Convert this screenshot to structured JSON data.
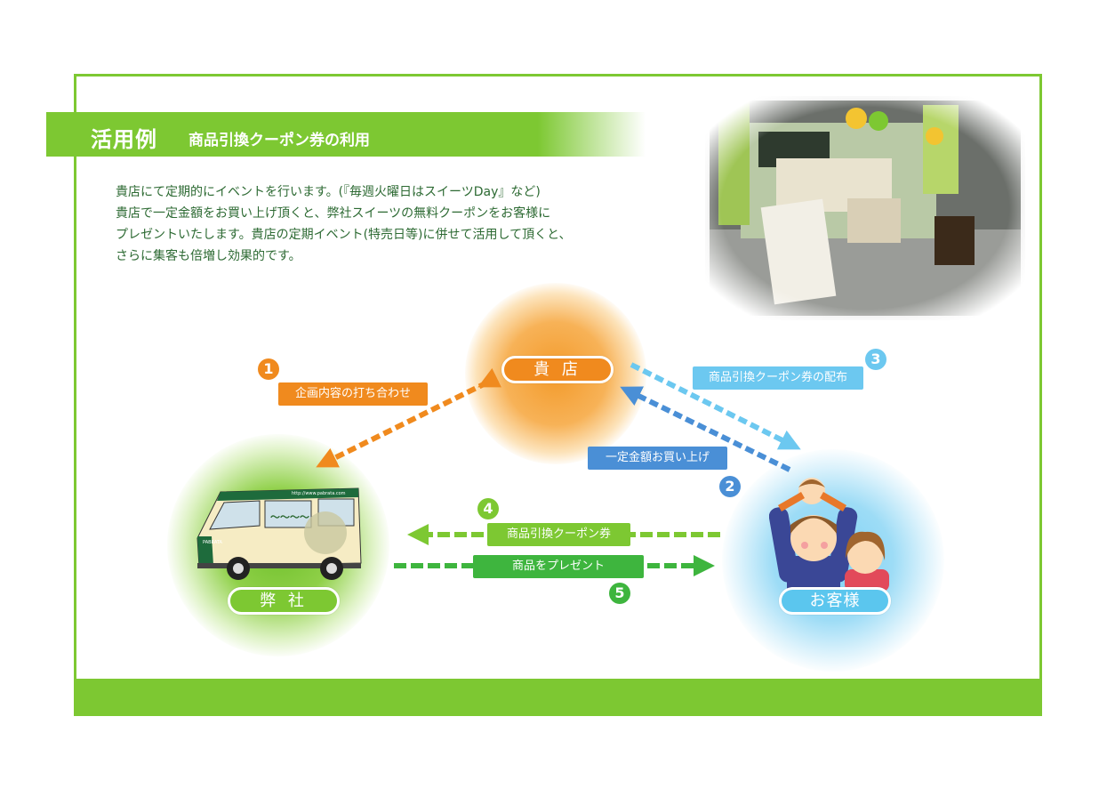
{
  "header": {
    "title": "活用例",
    "subtitle": "商品引換クーポン券の利用"
  },
  "intro": {
    "lines": [
      "貴店にて定期的にイベントを行います。(『毎週火曜日はスイーツDay』など)",
      "貴店で一定金額をお買い上げ頂くと、弊社スイーツの無料クーポンをお客様に",
      "プレゼントいたします。貴店の定期イベント(特売日等)に併せて活用して頂くと、",
      "さらに集客も倍増し効果的です。"
    ]
  },
  "nodes": {
    "store": "貴 店",
    "company": "弊 社",
    "customer": "お客様"
  },
  "steps": [
    {
      "number": "1",
      "label": "企画内容の打ち合わせ",
      "color": "#f08a1e"
    },
    {
      "number": "2",
      "label": "一定金額お買い上げ",
      "color": "#4a8fd6"
    },
    {
      "number": "3",
      "label": "商品引換クーポン券の配布",
      "color": "#6cc8f0"
    },
    {
      "number": "4",
      "label": "商品引換クーポン券",
      "color": "#7dc832"
    },
    {
      "number": "5",
      "label": "商品をプレゼント",
      "color": "#3eb53e"
    }
  ],
  "van": {
    "url_text": "http://www.pabrata.com",
    "brand": "PABRATA"
  },
  "colors": {
    "frame": "#7dc832",
    "store": "#f08a1e",
    "customer": "#5bc6ee"
  }
}
